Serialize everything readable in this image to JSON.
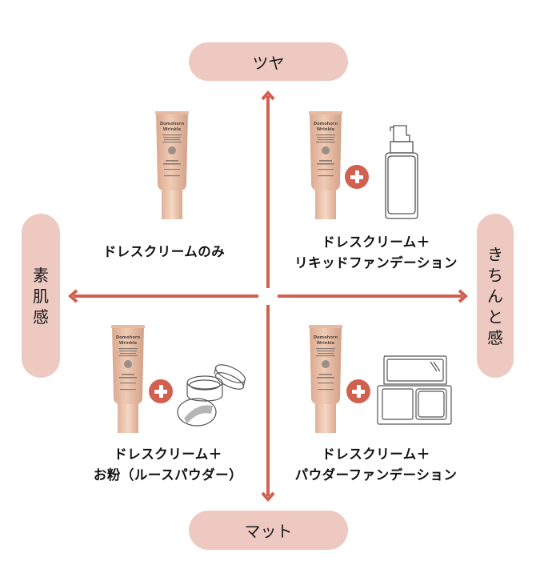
{
  "axes": {
    "top": "ツヤ",
    "bottom": "マット",
    "left": "素肌感",
    "right": "きちんと感"
  },
  "colors": {
    "pill_bg": "#eec9c2",
    "arrow": "#d2604f",
    "plus_badge": "#d2604f"
  },
  "quadrants": {
    "top_left": {
      "line1": "ドレスクリームのみ",
      "product": "dress-cream-tube",
      "addon": null
    },
    "top_right": {
      "line1": "ドレスクリーム＋",
      "line2": "リキッドファンデーション",
      "product": "dress-cream-tube",
      "addon": "liquid-foundation-bottle"
    },
    "bottom_left": {
      "line1": "ドレスクリーム＋",
      "line2": "お粉（ルースパウダー）",
      "product": "dress-cream-tube",
      "addon": "loose-powder-jar"
    },
    "bottom_right": {
      "line1": "ドレスクリーム＋",
      "line2": "パウダーファンデーション",
      "product": "dress-cream-tube",
      "addon": "powder-compact"
    }
  },
  "tube": {
    "brand_line1": "Domohorn",
    "brand_line2": "Wrinkle"
  }
}
